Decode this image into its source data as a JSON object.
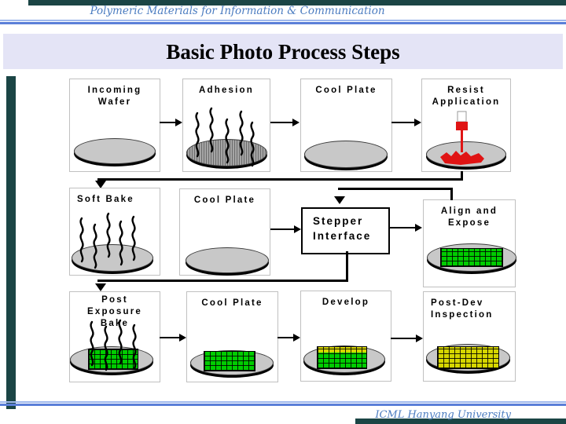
{
  "slide": {
    "header_text": "Polymeric Materials for Information & Communication",
    "title": "Basic Photo Process Steps",
    "footer_text": "ICML Hanyang University"
  },
  "colors": {
    "accent_bar": "#1b4545",
    "rule_light_blue": "#9fb8ec",
    "rule_dark_blue": "#5b7fd8",
    "title_band_bg": "#e4e4f6",
    "script_text": "#4b7cc0",
    "wafer_gray": "#c8c8c8",
    "adhesion_gray": "#a5a5a5",
    "resist_red": "#e01414",
    "exposed_green": "#00cc00",
    "developed_yellow": "#d6d600"
  },
  "flowchart": {
    "steps": [
      {
        "label": "Incoming\nWafer",
        "wafer": "bare gray wafer"
      },
      {
        "label": "Adhesion",
        "wafer": "hatched wafer with polymer chains"
      },
      {
        "label": "Cool Plate",
        "wafer": "bare gray wafer"
      },
      {
        "label": "Resist\nApplication",
        "wafer": "wafer with red resist dispense nozzle"
      },
      {
        "label": "Soft Bake",
        "wafer": "wafer with polymer chains"
      },
      {
        "label": "Cool Plate",
        "wafer": "bare gray wafer"
      },
      {
        "label": "Stepper\nInterface",
        "wafer": null
      },
      {
        "label": "Align and\nExpose",
        "wafer": "wafer with green exposed pattern"
      },
      {
        "label": "Post\nExposure\nBake",
        "wafer": "green pattern with polymer chains"
      },
      {
        "label": "Cool Plate",
        "wafer": "wafer with green pattern"
      },
      {
        "label": "Develop",
        "wafer": "wafer with part-yellow part-green pattern"
      },
      {
        "label": "Post-Dev\nInspection",
        "wafer": "wafer with yellow pattern"
      }
    ],
    "process_flow": [
      "Incoming Wafer",
      "Adhesion",
      "Cool Plate",
      "Resist Application",
      "Soft Bake",
      "Cool Plate",
      "Stepper Interface",
      "Align and Expose",
      "Stepper Interface",
      "Post Exposure Bake",
      "Cool Plate",
      "Develop",
      "Post-Dev Inspection"
    ]
  }
}
